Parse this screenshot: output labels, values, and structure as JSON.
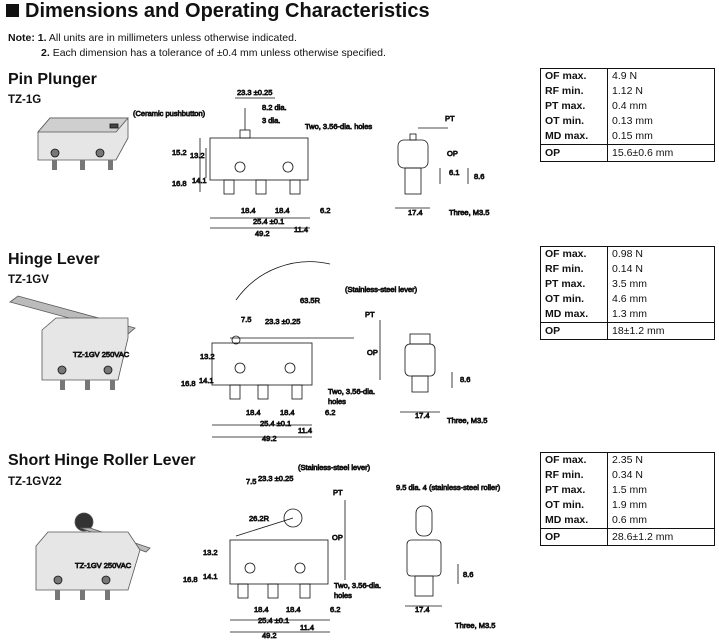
{
  "heading": "Dimensions and Operating Characteristics",
  "notes": {
    "prefix": "Note:",
    "n1_num": "1.",
    "n1": "All units are in millimeters unless otherwise indicated.",
    "n2_num": "2.",
    "n2": "Each dimension has a tolerance of ±0.4 mm unless otherwise specified."
  },
  "sections": [
    {
      "title": "Pin Plunger",
      "model": "TZ-1G",
      "specs": [
        {
          "k": "OF max.",
          "v": "4.9 N"
        },
        {
          "k": "RF min.",
          "v": "1.12 N"
        },
        {
          "k": "PT max.",
          "v": "0.4 mm"
        },
        {
          "k": "OT min.",
          "v": "0.13 mm"
        },
        {
          "k": "MD max.",
          "v": "0.15 mm"
        }
      ],
      "op": {
        "k": "OP",
        "v": "15.6±0.6 mm"
      },
      "labels": {
        "ceramic": "(Ceramic pushbutton)",
        "d233": "23.3 ±0.25",
        "d82": "8.2 dia.",
        "d3": "3 dia.",
        "holes": "Two, 3.56-dia. holes",
        "d152": "15.2",
        "d132": "13.2",
        "d168": "16.8",
        "d141": "14.1",
        "d184a": "18.4",
        "d184b": "18.4",
        "d62": "6.2",
        "d254": "25.4 ±0.1",
        "d492": "49.2",
        "d114": "11.4",
        "pt": "PT",
        "op": "OP",
        "d61": "6.1",
        "d86": "8.6",
        "d174": "17.4",
        "three": "Three, M3.5"
      }
    },
    {
      "title": "Hinge Lever",
      "model": "TZ-1GV",
      "specs": [
        {
          "k": "OF max.",
          "v": "0.98 N"
        },
        {
          "k": "RF min.",
          "v": "0.14 N"
        },
        {
          "k": "PT max.",
          "v": "3.5 mm"
        },
        {
          "k": "OT min.",
          "v": "4.6 mm"
        },
        {
          "k": "MD max.",
          "v": "1.3 mm"
        }
      ],
      "op": {
        "k": "OP",
        "v": "18±1.2 mm"
      },
      "labels": {
        "lever": "(Stainless-steel lever)",
        "r635": "63.5R",
        "d75": "7.5",
        "d233": "23.3 ±0.25",
        "pt": "PT",
        "op": "OP",
        "d132": "13.2",
        "d168": "16.8",
        "d141": "14.1",
        "holes1": "Two, 3.56-dia.",
        "holes2": "holes",
        "d184a": "18.4",
        "d184b": "18.4",
        "d62": "6.2",
        "d254": "25.4 ±0.1",
        "d492": "49.2",
        "d114": "11.4",
        "d86": "8.6",
        "d174": "17.4",
        "three": "Three, M3.5"
      }
    },
    {
      "title": "Short Hinge Roller Lever",
      "model": "TZ-1GV22",
      "specs": [
        {
          "k": "OF max.",
          "v": "2.35 N"
        },
        {
          "k": "RF min.",
          "v": "0.34 N"
        },
        {
          "k": "PT max.",
          "v": "1.5 mm"
        },
        {
          "k": "OT min.",
          "v": "1.9 mm"
        },
        {
          "k": "MD max.",
          "v": "0.6 mm"
        }
      ],
      "op": {
        "k": "OP",
        "v": "28.6±1.2 mm"
      },
      "labels": {
        "lever": "(Stainless-steel lever)",
        "d75": "7.5",
        "d233": "23.3 ±0.25",
        "r262": "26.2R",
        "pt": "PT",
        "op": "OP",
        "roller": "9.5 dia. 4 (stainless-steel roller)",
        "d132": "13.2",
        "d168": "16.8",
        "d141": "14.1",
        "holes1": "Two, 3.56-dia.",
        "holes2": "holes",
        "d184a": "18.4",
        "d184b": "18.4",
        "d62": "6.2",
        "d254": "25.4 ±0.1",
        "d492": "49.2",
        "d114": "11.4",
        "d86": "8.6",
        "d174": "17.4",
        "three": "Three, M3.5"
      }
    }
  ]
}
